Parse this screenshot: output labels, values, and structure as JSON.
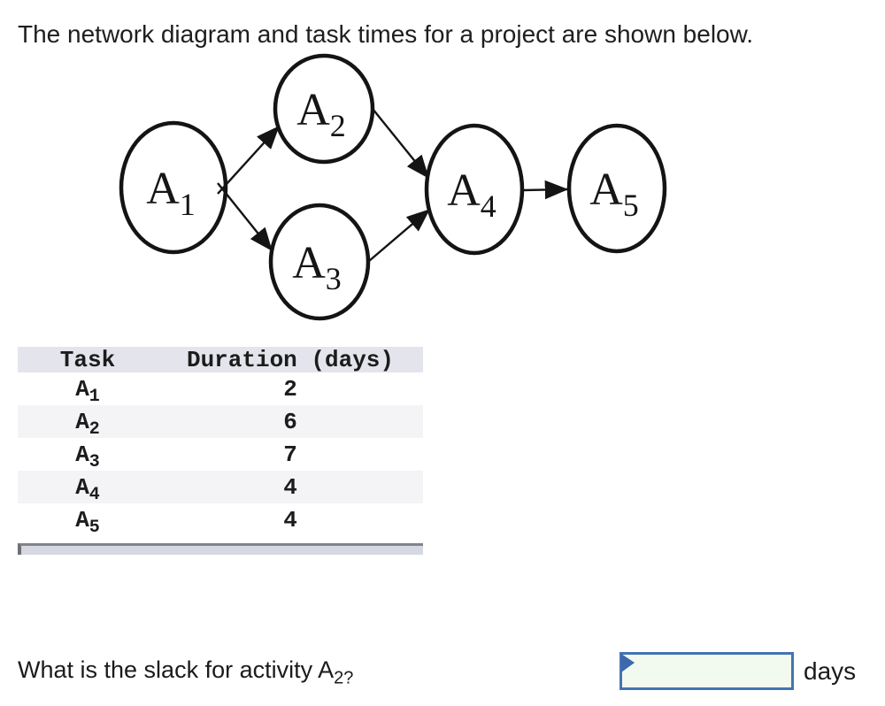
{
  "title": "The network diagram and task times for a project are shown below.",
  "diagram": {
    "nodes": [
      {
        "id": "A1",
        "base": "A",
        "sub": "1"
      },
      {
        "id": "A2",
        "base": "A",
        "sub": "2"
      },
      {
        "id": "A3",
        "base": "A",
        "sub": "3"
      },
      {
        "id": "A4",
        "base": "A",
        "sub": "4"
      },
      {
        "id": "A5",
        "base": "A",
        "sub": "5"
      }
    ],
    "edges": [
      {
        "from": "A1",
        "to": "A2"
      },
      {
        "from": "A1",
        "to": "A3"
      },
      {
        "from": "A2",
        "to": "A4"
      },
      {
        "from": "A3",
        "to": "A4"
      },
      {
        "from": "A4",
        "to": "A5"
      }
    ]
  },
  "table": {
    "headers": {
      "task": "Task",
      "duration": "Duration (days)"
    },
    "rows": [
      {
        "task_base": "A",
        "task_sub": "1",
        "duration": "2"
      },
      {
        "task_base": "A",
        "task_sub": "2",
        "duration": "6"
      },
      {
        "task_base": "A",
        "task_sub": "3",
        "duration": "7"
      },
      {
        "task_base": "A",
        "task_sub": "4",
        "duration": "4"
      },
      {
        "task_base": "A",
        "task_sub": "5",
        "duration": "4"
      }
    ]
  },
  "question": {
    "prefix": "What is the slack for activity ",
    "base": "A",
    "sub": "2?"
  },
  "answer": {
    "value": "",
    "unit": "days"
  },
  "colors": {
    "diagram_stroke": "#141414",
    "table_header_bg": "#e4e5ec",
    "table_row_alt_bg": "#f4f4f6",
    "scrollbar_track": "#d5d8e1",
    "input_border": "#4573b3",
    "input_bg": "#f2f9ef",
    "flag_blue": "#3c69ae"
  }
}
